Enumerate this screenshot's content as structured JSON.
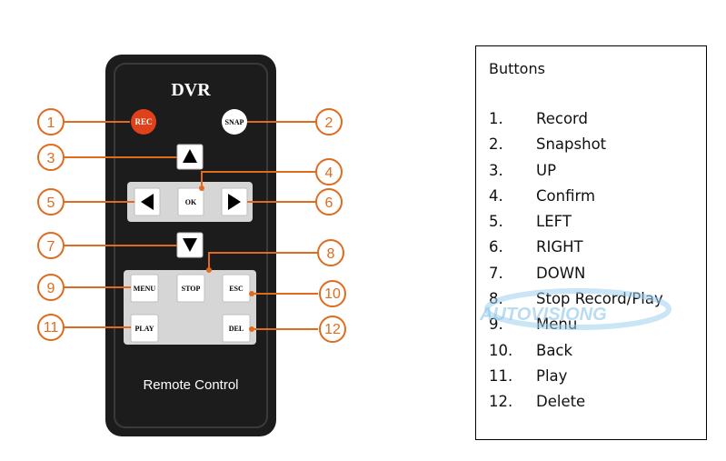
{
  "remote": {
    "title": "DVR",
    "footer": "Remote Control",
    "buttons": {
      "rec": "REC",
      "snap": "SNAP",
      "ok": "OK",
      "menu": "MENU",
      "stop": "STOP",
      "esc": "ESC",
      "play": "PLAY",
      "del": "DEL"
    },
    "callouts": [
      "1",
      "2",
      "3",
      "4",
      "5",
      "6",
      "7",
      "8",
      "9",
      "10",
      "11",
      "12"
    ],
    "colors": {
      "accent": "#e06b1e",
      "rec": "#e0401a"
    }
  },
  "legend": {
    "title": "Buttons",
    "items": [
      {
        "num": "1.",
        "label": "Record"
      },
      {
        "num": "2.",
        "label": "Snapshot"
      },
      {
        "num": "3.",
        "label": "UP"
      },
      {
        "num": "4.",
        "label": "Confirm"
      },
      {
        "num": "5.",
        "label": "LEFT"
      },
      {
        "num": "6.",
        "label": "RIGHT"
      },
      {
        "num": "7.",
        "label": "DOWN"
      },
      {
        "num": "8.",
        "label": "Stop Record/Play"
      },
      {
        "num": "9.",
        "label": "Menu"
      },
      {
        "num": "10.",
        "label": "Back"
      },
      {
        "num": "11.",
        "label": "Play"
      },
      {
        "num": "12.",
        "label": "Delete"
      }
    ]
  },
  "watermark": "AUTOVISIONG"
}
